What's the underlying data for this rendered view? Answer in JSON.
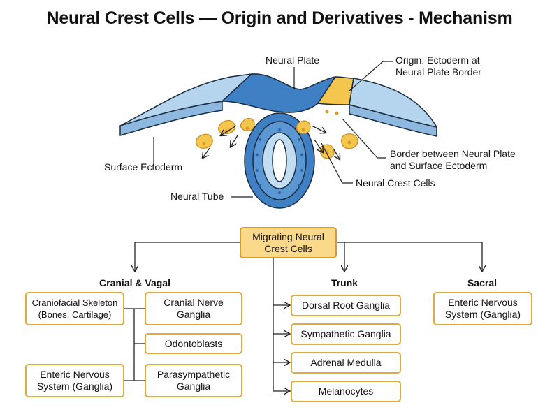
{
  "title": "Neural Crest Cells — Origin and Derivatives - Mechanism",
  "labels": {
    "neural_plate": "Neural Plate",
    "origin": "Origin: Ectoderm at\nNeural Plate Border",
    "border": "Border between Neural Plate\nand Surface Ectoderm",
    "neural_crest_cells": "Neural Crest Cells",
    "surface_ectoderm": "Surface Ectoderm",
    "neural_tube": "Neural Tube"
  },
  "hub": "Migrating Neural\nCrest Cells",
  "branches": [
    {
      "heading": "Cranial & Vagal",
      "items": [
        "Craniofacial Skeleton\n(Bones, Cartilage)",
        "Cranial Nerve\nGanglia",
        "Odontoblasts",
        "Enteric Nervous\nSystem (Ganglia)",
        "Parasympathetic\nGanglia"
      ]
    },
    {
      "heading": "Trunk",
      "items": [
        "Dorsal Root Ganglia",
        "Sympathetic Ganglia",
        "Adrenal Medulla",
        "Melanocytes"
      ]
    },
    {
      "heading": "Sacral",
      "items": [
        "Enteric Nervous\nSystem (Ganglia)"
      ]
    }
  ],
  "colors": {
    "neural_plate_dark": "#3f7fc4",
    "surface_light": "#a9cdec",
    "crest_yellow": "#f4c64e",
    "box_border": "#e2aa3a",
    "hub_fill": "#fbd98a"
  }
}
